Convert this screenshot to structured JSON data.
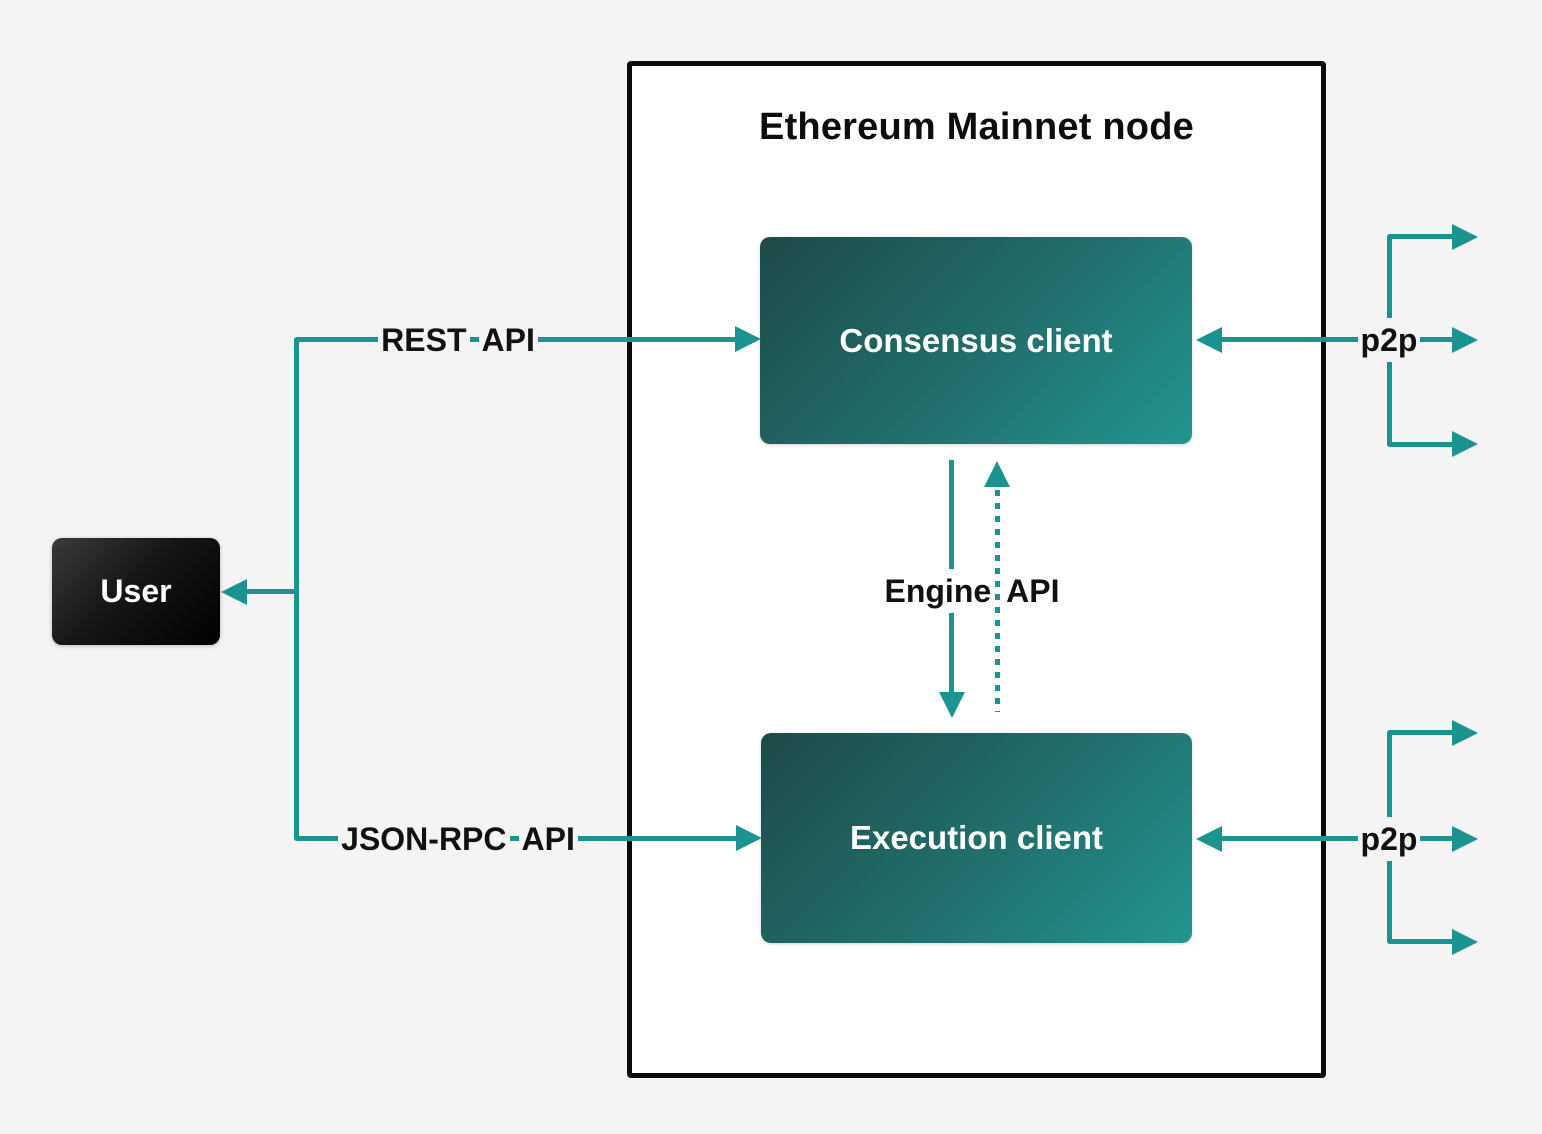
{
  "colors": {
    "page_bg": "#f4f4f5",
    "teal": "#1b9390",
    "node_border": "#0b0b0b",
    "node_bg": "#ffffff",
    "client_gradient_start": "#1e4a49",
    "client_gradient_end": "#23968f",
    "user_gradient_start": "#3a3a3a",
    "user_gradient_end": "#000000",
    "label_text": "#111111",
    "box_text": "#ffffff"
  },
  "node": {
    "title": "Ethereum Mainnet node"
  },
  "boxes": {
    "user": {
      "label": "User"
    },
    "consensus": {
      "label": "Consensus client"
    },
    "execution": {
      "label": "Execution client"
    }
  },
  "labels": {
    "rest_api": {
      "w1": "REST",
      "w2": "API"
    },
    "json_rpc_api": {
      "w1": "JSON-RPC",
      "w2": "API"
    },
    "engine_api": {
      "w1": "Engine",
      "w2": "API"
    },
    "p2p_consensus": "p2p",
    "p2p_execution": "p2p"
  }
}
